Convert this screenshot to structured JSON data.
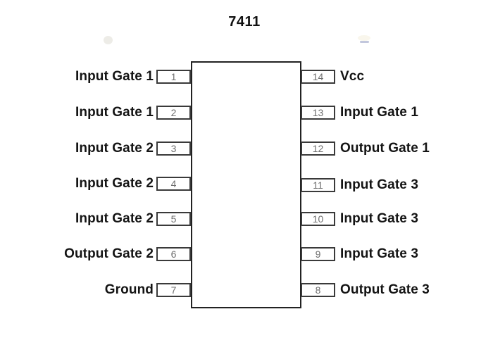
{
  "title": "7411",
  "chip": {
    "name": "7411",
    "left_pins": [
      {
        "number": "1",
        "label": "Input Gate 1"
      },
      {
        "number": "2",
        "label": "Input Gate 1"
      },
      {
        "number": "3",
        "label": "Input Gate 2"
      },
      {
        "number": "4",
        "label": "Input Gate 2"
      },
      {
        "number": "5",
        "label": "Input Gate 2"
      },
      {
        "number": "6",
        "label": "Output Gate 2"
      },
      {
        "number": "7",
        "label": "Ground"
      }
    ],
    "right_pins": [
      {
        "number": "14",
        "label": "Vcc"
      },
      {
        "number": "13",
        "label": "Input Gate 1"
      },
      {
        "number": "12",
        "label": "Output Gate 1"
      },
      {
        "number": "11",
        "label": "Input Gate 3"
      },
      {
        "number": "10",
        "label": "Input Gate 3"
      },
      {
        "number": "9",
        "label": "Input Gate 3"
      },
      {
        "number": "8",
        "label": "Output Gate 3"
      }
    ]
  },
  "colors": {
    "background": "#ffffff",
    "body_outline": "#222222",
    "pin_box_outline": "#3a3a3a",
    "pin_number_text": "#6f6f6f",
    "label_text": "#141414"
  }
}
